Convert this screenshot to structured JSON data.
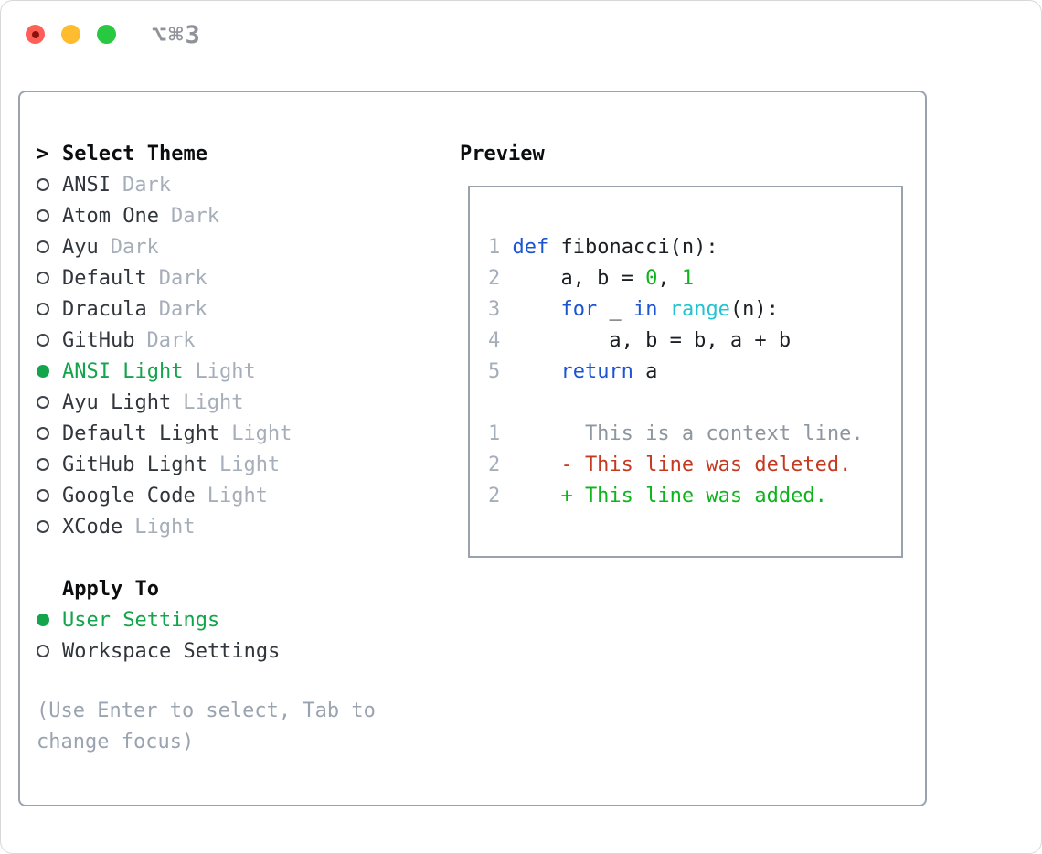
{
  "window": {
    "shortcut": "⌥⌘3"
  },
  "theme_selector": {
    "header_marker": ">",
    "header": "Select Theme",
    "items": [
      {
        "name": "ANSI",
        "tag": "Dark",
        "selected": false
      },
      {
        "name": "Atom One",
        "tag": "Dark",
        "selected": false
      },
      {
        "name": "Ayu",
        "tag": "Dark",
        "selected": false
      },
      {
        "name": "Default",
        "tag": "Dark",
        "selected": false
      },
      {
        "name": "Dracula",
        "tag": "Dark",
        "selected": false
      },
      {
        "name": "GitHub",
        "tag": "Dark",
        "selected": false
      },
      {
        "name": "ANSI Light",
        "tag": "Light",
        "selected": true
      },
      {
        "name": "Ayu Light",
        "tag": "Light",
        "selected": false
      },
      {
        "name": "Default Light",
        "tag": "Light",
        "selected": false
      },
      {
        "name": "GitHub Light",
        "tag": "Light",
        "selected": false
      },
      {
        "name": "Google Code",
        "tag": "Light",
        "selected": false
      },
      {
        "name": "XCode",
        "tag": "Light",
        "selected": false
      }
    ]
  },
  "apply_to": {
    "header": "Apply To",
    "options": [
      {
        "label": "User Settings",
        "selected": true
      },
      {
        "label": "Workspace Settings",
        "selected": false
      }
    ]
  },
  "hint": "(Use Enter to select, Tab to change focus)",
  "preview": {
    "header": "Preview",
    "code_lines": [
      {
        "num": "1",
        "tokens": [
          {
            "c": "kw",
            "t": "def"
          },
          {
            "c": "plain",
            "t": " fibonacci(n):"
          }
        ]
      },
      {
        "num": "2",
        "tokens": [
          {
            "c": "plain",
            "t": "    a, b = "
          },
          {
            "c": "num",
            "t": "0"
          },
          {
            "c": "plain",
            "t": ", "
          },
          {
            "c": "num",
            "t": "1"
          }
        ]
      },
      {
        "num": "3",
        "tokens": [
          {
            "c": "plain",
            "t": "    "
          },
          {
            "c": "kw",
            "t": "for"
          },
          {
            "c": "plain",
            "t": " _ "
          },
          {
            "c": "kw",
            "t": "in"
          },
          {
            "c": "plain",
            "t": " "
          },
          {
            "c": "fn",
            "t": "range"
          },
          {
            "c": "plain",
            "t": "(n):"
          }
        ]
      },
      {
        "num": "4",
        "tokens": [
          {
            "c": "plain",
            "t": "        a, b = b, a + b"
          }
        ]
      },
      {
        "num": "5",
        "tokens": [
          {
            "c": "plain",
            "t": "    "
          },
          {
            "c": "kw",
            "t": "return"
          },
          {
            "c": "plain",
            "t": " a"
          }
        ]
      }
    ],
    "diff_lines": [
      {
        "num": "1",
        "tokens": [
          {
            "c": "ctx",
            "t": "      This is a context line."
          }
        ]
      },
      {
        "num": "2",
        "tokens": [
          {
            "c": "del",
            "t": "    - This line was deleted."
          }
        ]
      },
      {
        "num": "2",
        "tokens": [
          {
            "c": "add",
            "t": "    + This line was added."
          }
        ]
      }
    ]
  },
  "colors": {
    "accent_green": "#14a44b",
    "keyword_blue": "#1b55d2",
    "builtin_cyan": "#25c3d2",
    "code_green": "#0db41c",
    "deleted_red": "#c43a21",
    "context_gray": "#8e969f",
    "muted_gray": "#a6aeba",
    "border_gray": "#9aa3ad",
    "traffic_red": "#ff5f57",
    "traffic_red_dot": "#8c120e",
    "traffic_yellow": "#febc2e",
    "traffic_green": "#28c840"
  }
}
